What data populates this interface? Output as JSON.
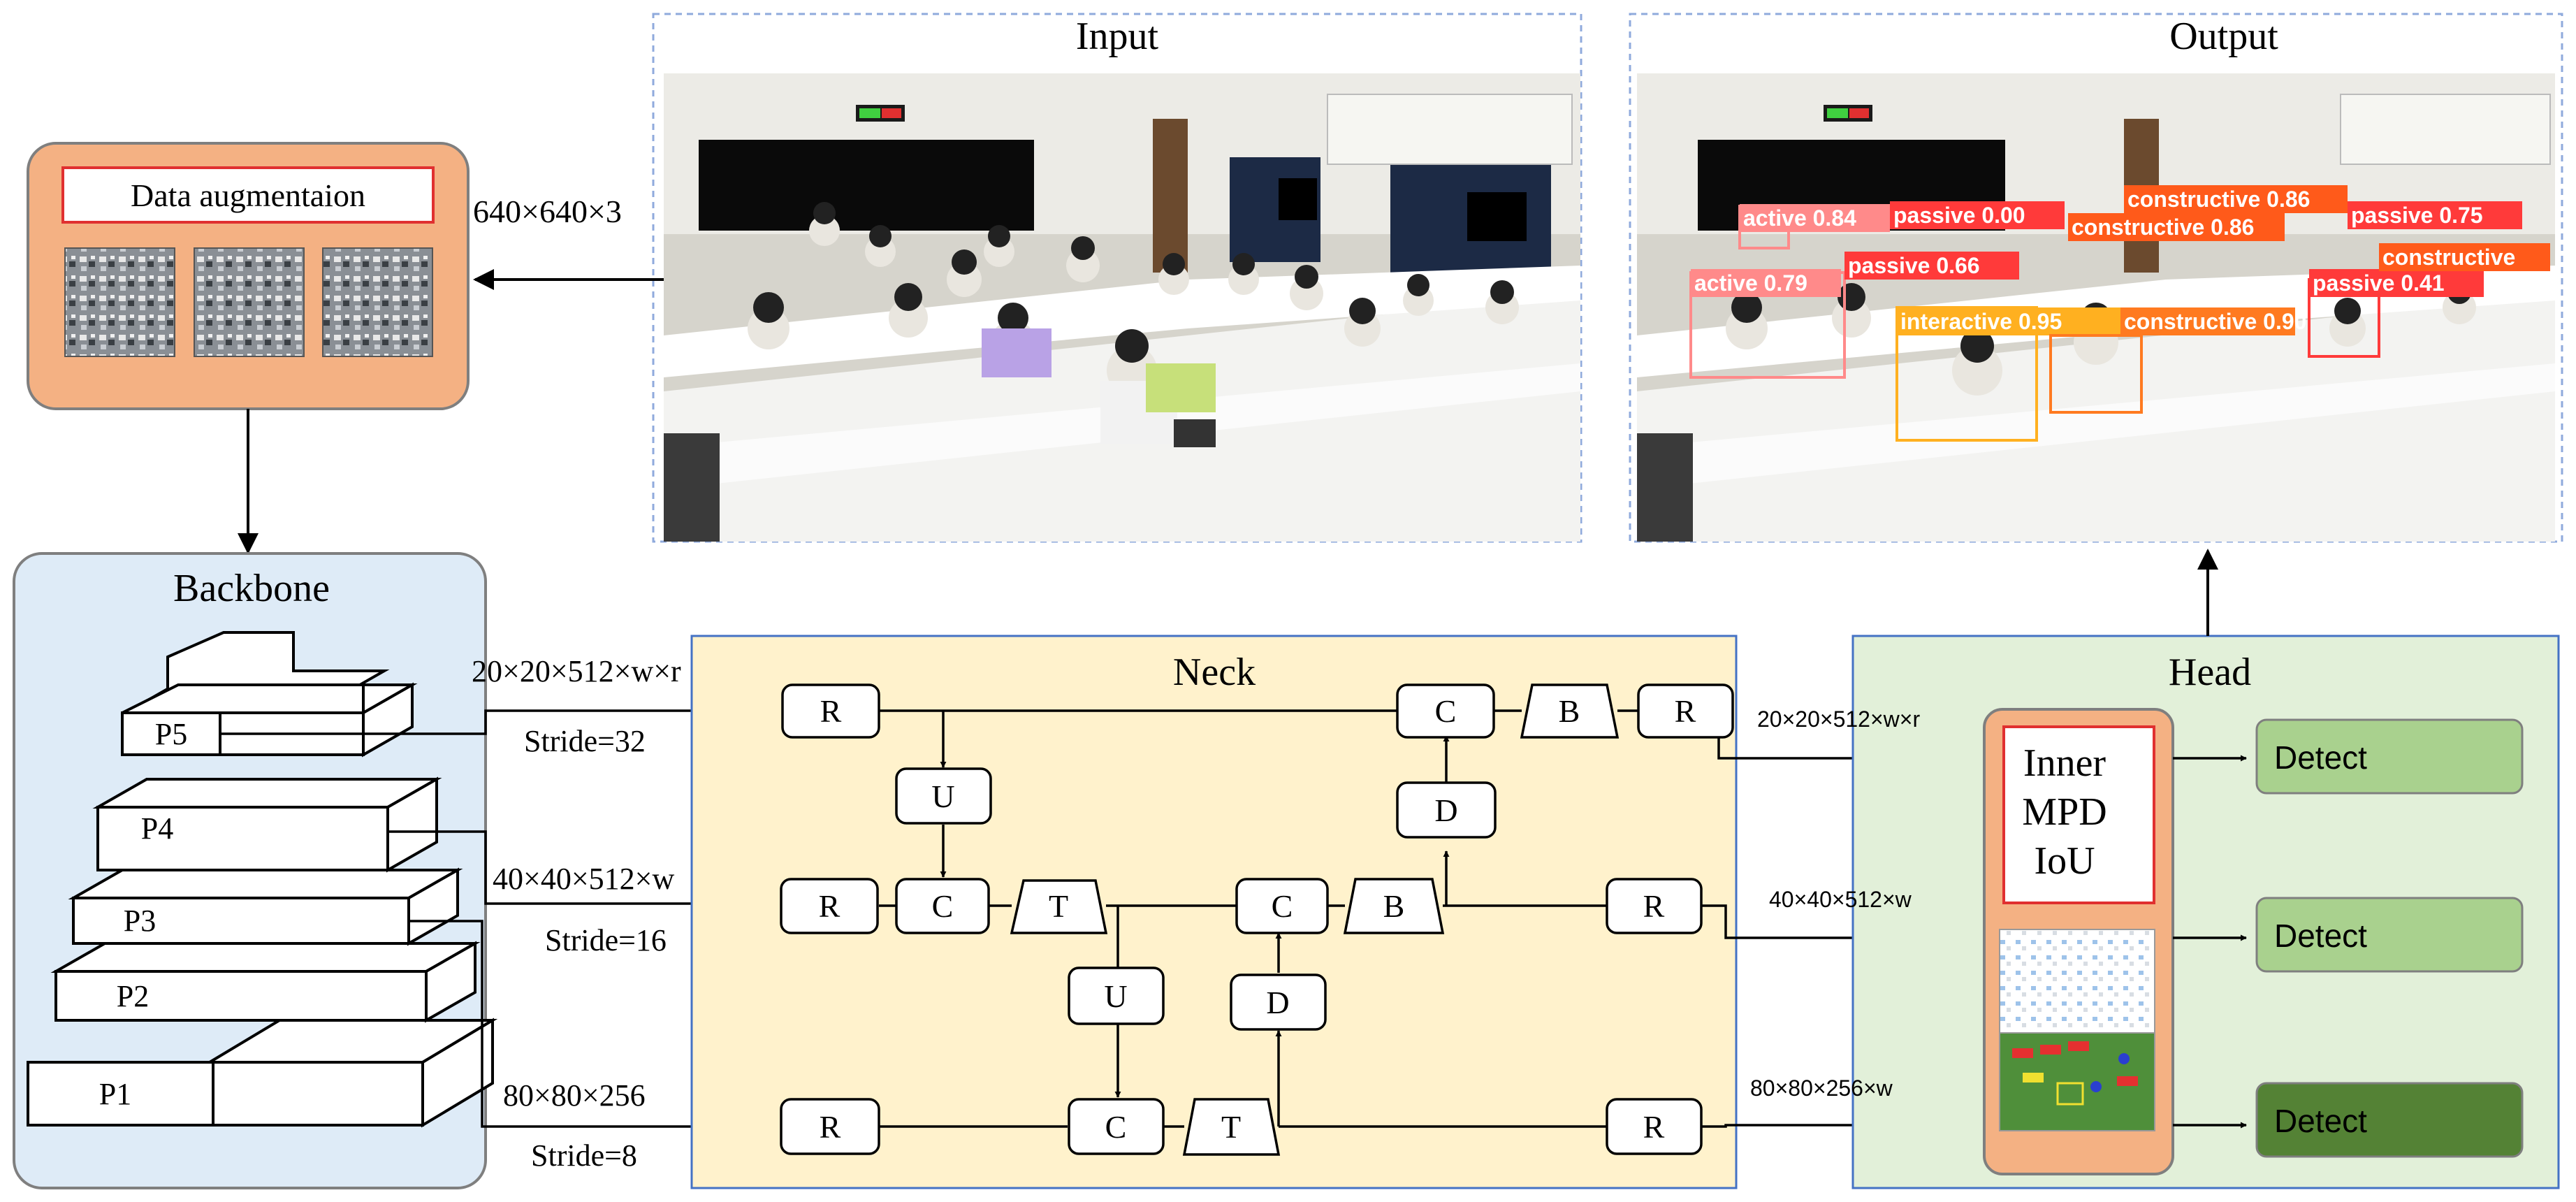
{
  "input": {
    "title": "Input"
  },
  "output": {
    "title": "Output"
  },
  "augmentation": {
    "title": "Data augmentaion",
    "size_label": "640×640×3"
  },
  "backbone": {
    "title": "Backbone",
    "levels": [
      "P1",
      "P2",
      "P3",
      "P4",
      "P5"
    ],
    "scales": [
      {
        "dims": "20×20×512×w×r",
        "stride": "Stride=32"
      },
      {
        "dims": "40×40×512×w",
        "stride": "Stride=16"
      },
      {
        "dims": "80×80×256",
        "stride": "Stride=8"
      }
    ]
  },
  "neck": {
    "title": "Neck",
    "blocks": {
      "R": "R",
      "U": "U",
      "C": "C",
      "D": "D",
      "B": "B",
      "T": "T"
    }
  },
  "head": {
    "title": "Head",
    "loss": [
      "Inner",
      "MPD",
      "IoU"
    ],
    "inputs": [
      "20×20×512×w×r",
      "40×40×512×w",
      "80×80×256×w"
    ],
    "detect_labels": [
      "Detect",
      "Detect",
      "Detect"
    ]
  },
  "detections": [
    {
      "label": "active 0.84",
      "color": "#ff8a8a"
    },
    {
      "label": "passive 0.00",
      "color": "#ff3a3a"
    },
    {
      "label": "constructive 0.86",
      "color": "#ff5a1a"
    },
    {
      "label": "active 0.79",
      "color": "#ff8a8a"
    },
    {
      "label": "passive 0.66",
      "color": "#ff3a3a"
    },
    {
      "label": "interactive 0.95",
      "color": "#ffb020"
    },
    {
      "label": "constructive 0.90",
      "color": "#ff7a20"
    },
    {
      "label": "passive 0.41",
      "color": "#ff3a3a"
    },
    {
      "label": "constructive",
      "color": "#ff5a1a"
    },
    {
      "label": "passive 0.75",
      "color": "#ff3a3a"
    }
  ],
  "colors": {
    "augment_fill": "#f4b183",
    "backbone_fill": "#deebf7",
    "neck_fill": "#fff2cc",
    "head_fill": "#e2f0d9",
    "detect_light": "#a9d18e",
    "detect_dark": "#548235",
    "loss_border": "#e03030"
  }
}
